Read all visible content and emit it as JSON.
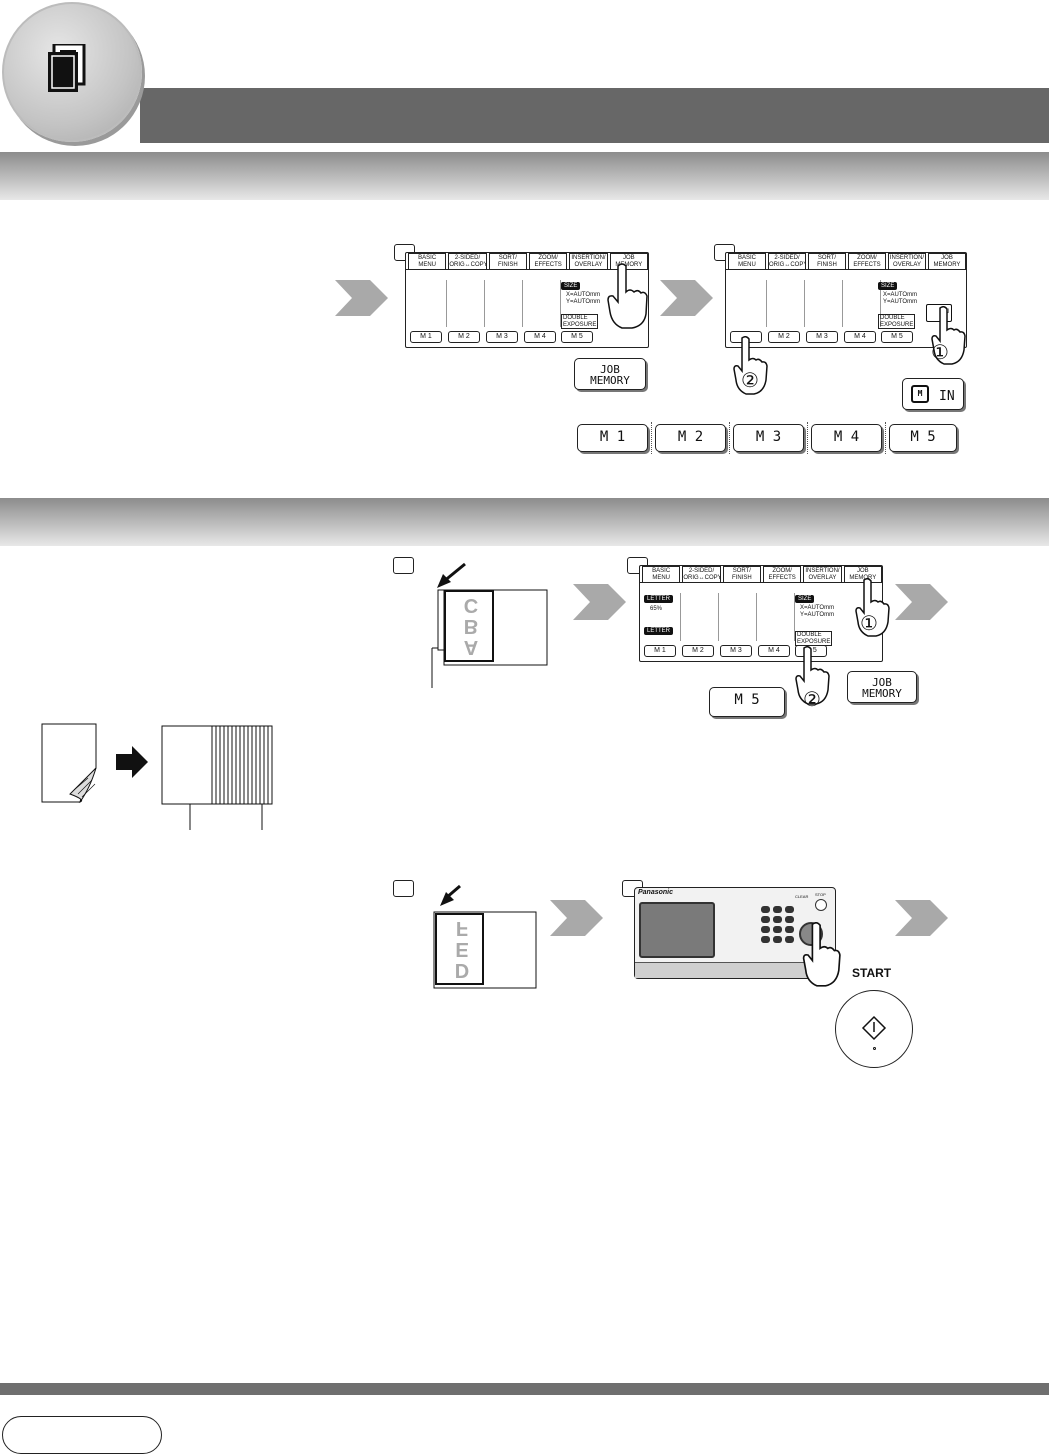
{
  "header": {
    "chapter_icon": "document-icon",
    "colors": {
      "title_bar": "#676767",
      "section_bar": "#b5b5b5"
    }
  },
  "panel_tabs": [
    "BASIC MENU",
    "2-SIDED/\nORIG↔COPY",
    "SORT/\nFINISH",
    "ZOOM/\nEFFECTS",
    "INSERTION/\nOVERLAY",
    "JOB\nMEMORY"
  ],
  "panel": {
    "size_label": "SIZE",
    "xy_text": "X=AUTOmm\nY=AUTOmm",
    "double_exposure": "DOUBLE\nEXPOSURE",
    "letter_label": "LETTER",
    "zoom_text": "65%",
    "memory_slots": [
      "M 1",
      "M 2",
      "M 3",
      "M 4",
      "M 5"
    ]
  },
  "keys": {
    "job_memory": "JOB\nMEMORY",
    "in_label": "IN",
    "m_label": "M",
    "memory_keys": [
      "M 1",
      "M 2",
      "M 3",
      "M 4",
      "M 5"
    ],
    "m5_key": "M 5"
  },
  "callouts": {
    "one": "①",
    "two": "②"
  },
  "originals": {
    "first": [
      "A",
      "B",
      "C"
    ],
    "second": [
      "D",
      "E",
      "F"
    ]
  },
  "control_panel": {
    "brand": "Panasonic",
    "start_label": "START",
    "clear_label": "CLEAR",
    "stop_label": "STOP"
  },
  "start_caption": "START"
}
